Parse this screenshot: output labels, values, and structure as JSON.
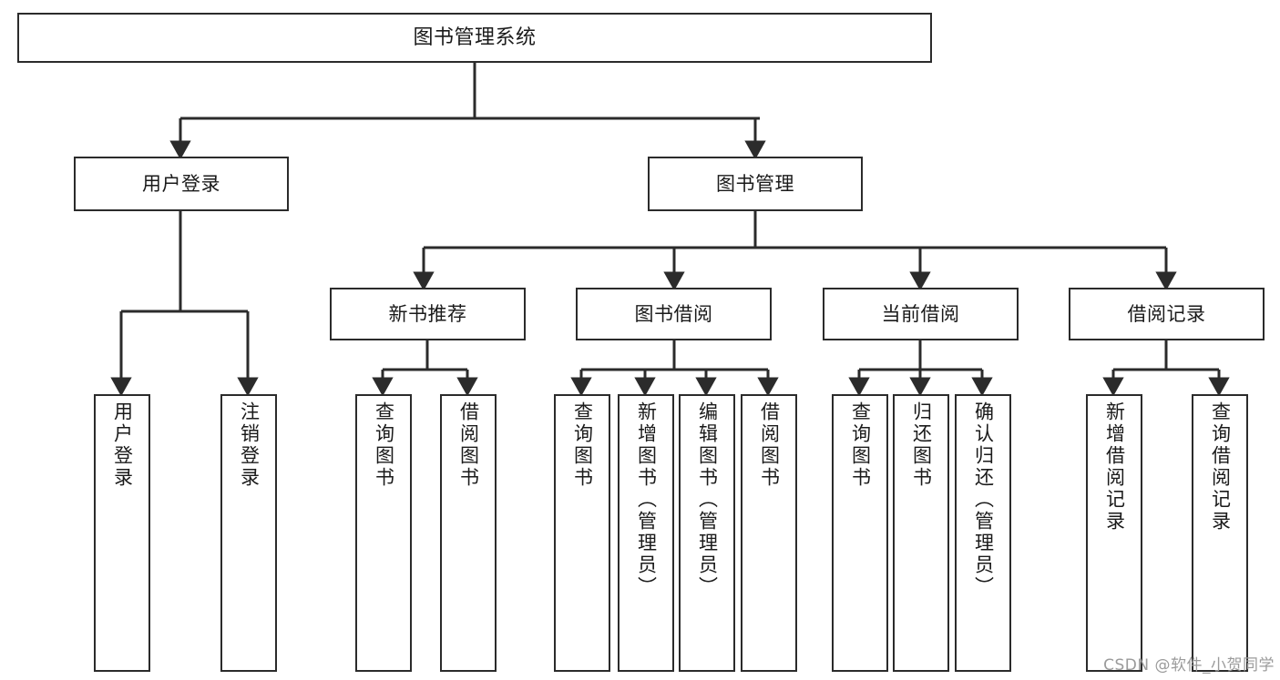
{
  "diagram": {
    "type": "tree-hierarchy-diagram",
    "title": "图书管理系统",
    "watermark": "CSDN @软件_小贺同学",
    "colors": {
      "box_border": "#2b2b2b",
      "box_fill": "#ffffff",
      "connector": "#2b2b2b",
      "text": "#1a1a1a",
      "watermark": "#9b9b9b"
    },
    "levels": [
      {
        "level": 1,
        "nodes": [
          {
            "id": "root",
            "label": "图书管理系统",
            "orientation": "horizontal"
          }
        ]
      },
      {
        "level": 2,
        "nodes": [
          {
            "id": "user-login",
            "label": "用户登录",
            "orientation": "horizontal",
            "parent": "root"
          },
          {
            "id": "book-manage",
            "label": "图书管理",
            "orientation": "horizontal",
            "parent": "root"
          }
        ]
      },
      {
        "level": 3,
        "nodes": [
          {
            "id": "new-book-rec",
            "label": "新书推荐",
            "orientation": "horizontal",
            "parent": "book-manage"
          },
          {
            "id": "book-borrow",
            "label": "图书借阅",
            "orientation": "horizontal",
            "parent": "book-manage"
          },
          {
            "id": "current-borrow",
            "label": "当前借阅",
            "orientation": "horizontal",
            "parent": "book-manage"
          },
          {
            "id": "borrow-record",
            "label": "借阅记录",
            "orientation": "horizontal",
            "parent": "book-manage"
          }
        ]
      },
      {
        "level": 4,
        "nodes": [
          {
            "id": "leaf-user-login",
            "label": "用户登录",
            "orientation": "vertical",
            "parent": "user-login"
          },
          {
            "id": "leaf-logout",
            "label": "注销登录",
            "orientation": "vertical",
            "parent": "user-login"
          },
          {
            "id": "leaf-query-book-1",
            "label": "查询图书",
            "orientation": "vertical",
            "parent": "new-book-rec"
          },
          {
            "id": "leaf-borrow-book-1",
            "label": "借阅图书",
            "orientation": "vertical",
            "parent": "new-book-rec"
          },
          {
            "id": "leaf-query-book-2",
            "label": "查询图书",
            "orientation": "vertical",
            "parent": "book-borrow"
          },
          {
            "id": "leaf-add-book",
            "label": "新增图书（管理员）",
            "orientation": "vertical",
            "parent": "book-borrow"
          },
          {
            "id": "leaf-edit-book",
            "label": "编辑图书（管理员）",
            "orientation": "vertical",
            "parent": "book-borrow"
          },
          {
            "id": "leaf-borrow-book-2",
            "label": "借阅图书",
            "orientation": "vertical",
            "parent": "book-borrow"
          },
          {
            "id": "leaf-query-book-3",
            "label": "查询图书",
            "orientation": "vertical",
            "parent": "current-borrow"
          },
          {
            "id": "leaf-return-book",
            "label": "归还图书",
            "orientation": "vertical",
            "parent": "current-borrow"
          },
          {
            "id": "leaf-confirm-return",
            "label": "确认归还（管理员）",
            "orientation": "vertical",
            "parent": "current-borrow"
          },
          {
            "id": "leaf-add-record",
            "label": "新增借阅记录",
            "orientation": "vertical",
            "parent": "borrow-record"
          },
          {
            "id": "leaf-query-record",
            "label": "查询借阅记录",
            "orientation": "vertical",
            "parent": "borrow-record"
          }
        ]
      }
    ]
  }
}
